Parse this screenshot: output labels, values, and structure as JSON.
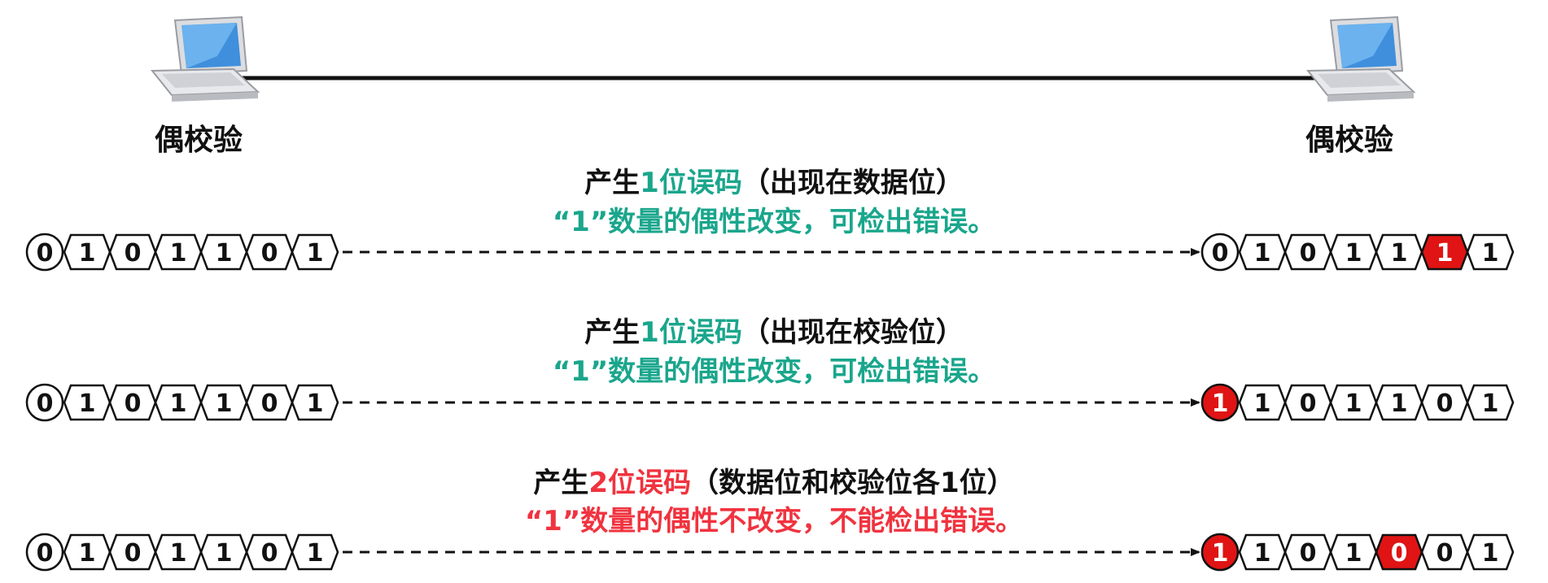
{
  "colors": {
    "ok": "#1aa68c",
    "bad": "#f0333f",
    "error_fill": "#e01414",
    "text": "#111111"
  },
  "left_host": {
    "icon": "laptop-icon",
    "label": "偶校验"
  },
  "right_host": {
    "icon": "laptop-icon",
    "label": "偶校验"
  },
  "scenarios": [
    {
      "title_prefix": "产生",
      "title_highlight": "1位误码",
      "title_suffix": "（出现在数据位）",
      "note": "“1”数量的偶性改变，可检出错误。",
      "status": "ok",
      "sent_bits": [
        "0",
        "1",
        "0",
        "1",
        "1",
        "0",
        "1"
      ],
      "received_bits": [
        "0",
        "1",
        "0",
        "1",
        "1",
        "1",
        "1"
      ],
      "error_positions": [
        5
      ]
    },
    {
      "title_prefix": "产生",
      "title_highlight": "1位误码",
      "title_suffix": "（出现在校验位）",
      "note": "“1”数量的偶性改变，可检出错误。",
      "status": "ok",
      "sent_bits": [
        "0",
        "1",
        "0",
        "1",
        "1",
        "0",
        "1"
      ],
      "received_bits": [
        "1",
        "1",
        "0",
        "1",
        "1",
        "0",
        "1"
      ],
      "error_positions": [
        0
      ]
    },
    {
      "title_prefix": "产生",
      "title_highlight": "2位误码",
      "title_suffix": "（数据位和校验位各1位）",
      "note": "“1”数量的偶性不改变，不能检出错误。",
      "status": "bad",
      "sent_bits": [
        "0",
        "1",
        "0",
        "1",
        "1",
        "0",
        "1"
      ],
      "received_bits": [
        "1",
        "1",
        "0",
        "1",
        "0",
        "0",
        "1"
      ],
      "error_positions": [
        0,
        4
      ]
    }
  ]
}
